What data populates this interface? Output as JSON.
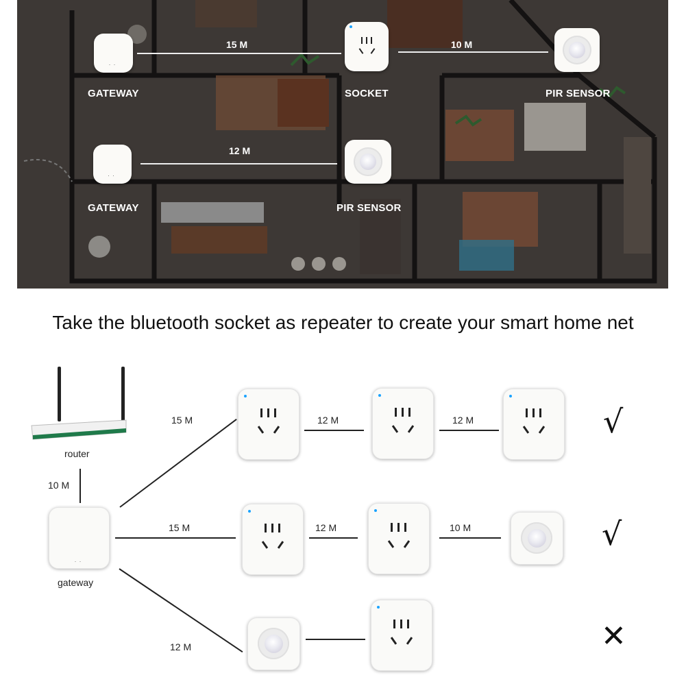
{
  "plan": {
    "row1": {
      "gateway_label": "GATEWAY",
      "socket_label": "SOCKET",
      "pir_label": "PIR SENSOR",
      "dist_gateway_socket": "15 M",
      "dist_socket_pir": "10 M"
    },
    "row2": {
      "gateway_label": "GATEWAY",
      "pir_label": "PIR SENSOR",
      "dist_gateway_pir": "12 M"
    }
  },
  "headline": "Take the bluetooth socket as repeater to create your smart home net",
  "network": {
    "router_label": "router",
    "gateway_label": "gateway",
    "router_gateway_dist": "10 M",
    "row1": {
      "d1": "15  M",
      "d2": "12 M",
      "d3": "12 M",
      "result": "√"
    },
    "row2": {
      "d1": "15  M",
      "d2": "12 M",
      "d3": "10 M",
      "result": "√"
    },
    "row3": {
      "d1": "12  M",
      "result": "✕"
    }
  },
  "colors": {
    "plan_bg": "#3d3835",
    "indicator": "#1aa3ff",
    "ok": "#111111"
  }
}
